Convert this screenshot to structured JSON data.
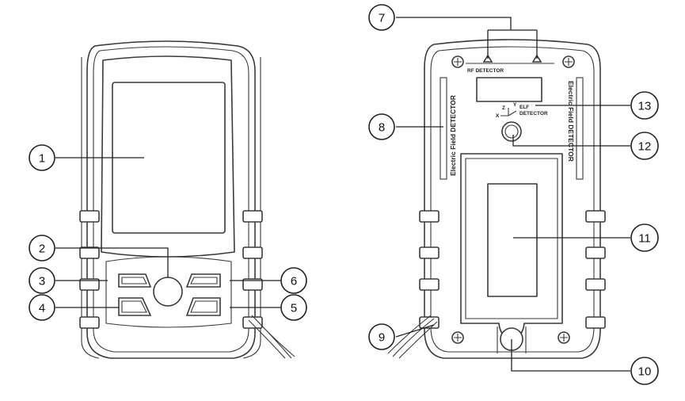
{
  "callouts": [
    {
      "id": "c1",
      "number": "1"
    },
    {
      "id": "c2",
      "number": "2"
    },
    {
      "id": "c3",
      "number": "3"
    },
    {
      "id": "c4",
      "number": "4"
    },
    {
      "id": "c5",
      "number": "5"
    },
    {
      "id": "c6",
      "number": "6"
    },
    {
      "id": "c7",
      "number": "7"
    },
    {
      "id": "c8",
      "number": "8"
    },
    {
      "id": "c9",
      "number": "9"
    },
    {
      "id": "c10",
      "number": "10"
    },
    {
      "id": "c11",
      "number": "11"
    },
    {
      "id": "c12",
      "number": "12"
    },
    {
      "id": "c13",
      "number": "13"
    }
  ],
  "back_labels": {
    "rf_detector": "RF DETECTOR",
    "elf_detector_line1": "ELF",
    "elf_detector_line2": "DETECTOR",
    "axis_z": "Z",
    "axis_y": "Y",
    "axis_x": "X",
    "electric_field_left": "Electric Field DETECTOR",
    "electric_field_right": "Electric Field DETECTOR"
  }
}
